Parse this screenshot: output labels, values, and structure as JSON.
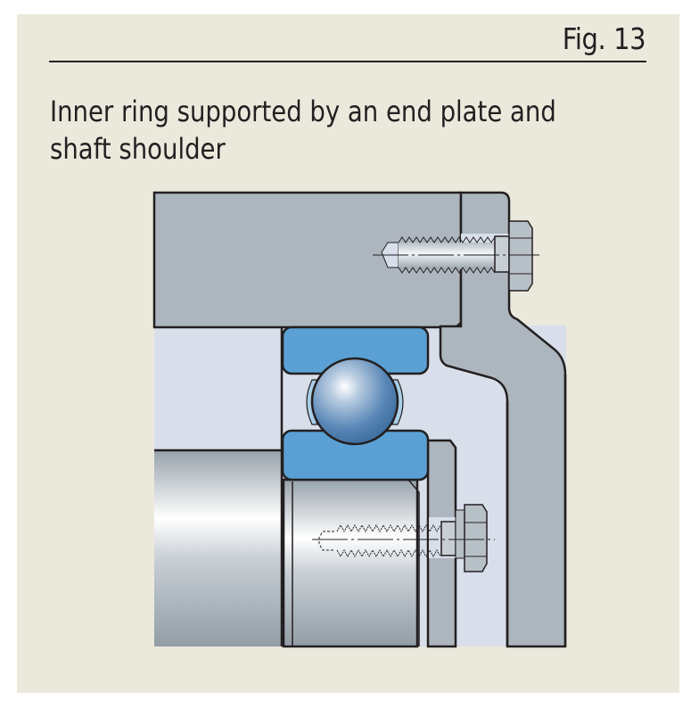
{
  "figure": {
    "label": "Fig. 13",
    "title_line1": "Inner ring supported by an end plate and",
    "title_line2": "shaft shoulder"
  },
  "colors": {
    "panel_background": "#ebe8dc",
    "housing": "#adb6be",
    "clearance": "#d8deea",
    "bearing_ring": "#5aa0d4",
    "outline": "#231f20",
    "cage": "#a9cfe6"
  }
}
